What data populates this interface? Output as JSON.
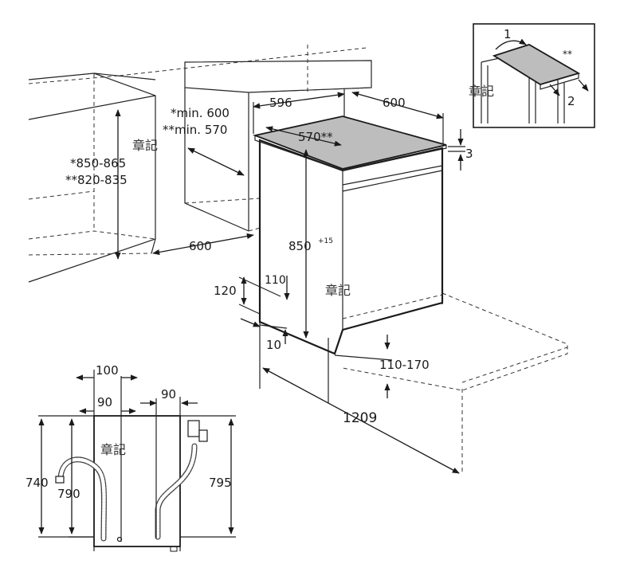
{
  "watermark": "章記",
  "cabinet": {
    "height_range_1": "*850-865",
    "height_range_2": "**820-835",
    "depth_min_1": "*min. 600",
    "depth_min_2": "**min. 570",
    "floor_depth": "600"
  },
  "appliance": {
    "width": "596",
    "depth": "600",
    "depth_alt": "570**",
    "top_gap": "3",
    "height": "850",
    "height_tolerance": "+15",
    "plinth_height": "120",
    "plinth_recess": "110",
    "foot_height": "10",
    "feet_range": "110-170",
    "total_depth": "1209"
  },
  "inset": {
    "step_1": "1",
    "step_2": "2",
    "marker": "**"
  },
  "rear_view": {
    "offset_100": "100",
    "offset_90_left": "90",
    "offset_90_right": "90",
    "height_740": "740",
    "height_790": "790",
    "height_795": "795"
  }
}
